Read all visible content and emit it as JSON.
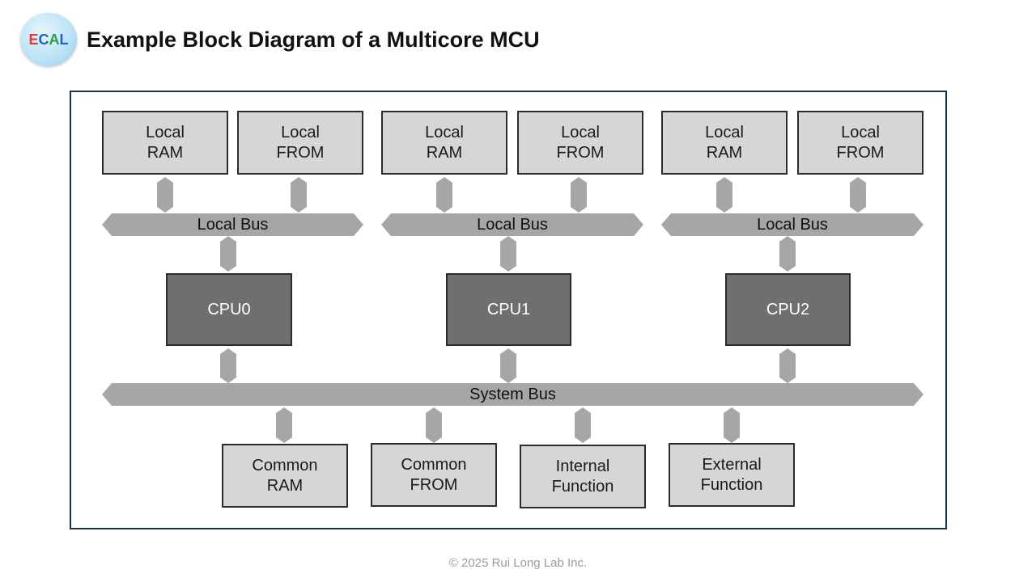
{
  "logo": {
    "letters": [
      "E",
      "C",
      "A",
      "L"
    ],
    "colors": [
      "#e53935",
      "#1e63c9",
      "#2e9e3e",
      "#1e63c9"
    ]
  },
  "title": "Example Block Diagram of a Multicore MCU",
  "diagram": {
    "local_bus_label": "Local Bus",
    "system_bus_label": "System Bus",
    "cores": [
      {
        "cpu": "CPU0",
        "ram": [
          "Local",
          "RAM"
        ],
        "from": [
          "Local",
          "FROM"
        ]
      },
      {
        "cpu": "CPU1",
        "ram": [
          "Local",
          "RAM"
        ],
        "from": [
          "Local",
          "FROM"
        ]
      },
      {
        "cpu": "CPU2",
        "ram": [
          "Local",
          "RAM"
        ],
        "from": [
          "Local",
          "FROM"
        ]
      }
    ],
    "common": [
      [
        "Common",
        "RAM"
      ],
      [
        "Common",
        "FROM"
      ],
      [
        "Internal",
        "Function"
      ],
      [
        "External",
        "Function"
      ]
    ],
    "colors": {
      "block_fill": "#d6d6d6",
      "cpu_fill": "#6f6f6f",
      "bus_fill": "#a6a6a6",
      "frame_border": "#1e3344"
    }
  },
  "footer": "© 2025 Rui Long Lab Inc."
}
